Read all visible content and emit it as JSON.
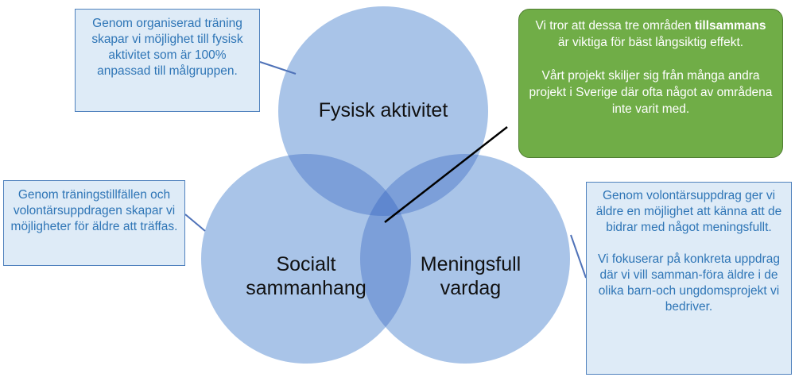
{
  "colors": {
    "circle_fill": "#a9c4e8",
    "overlap_pair": "#7c9fd9",
    "overlap_center": "#5f87cf",
    "connector": "#4f72b8",
    "callout_bg": "#deebf7",
    "callout_text": "#2e75b6",
    "green_box": "#70ad47"
  },
  "circles": {
    "top": "Fysisk aktivitet",
    "left_line1": "Socialt",
    "left_line2": "sammanhang",
    "right_line1": "Meningsfull",
    "right_line2": "vardag"
  },
  "callouts": {
    "top_left": "Genom organiserad träning skapar vi möjlighet till fysisk aktivitet som är 100% anpassad till målgruppen.",
    "left": "Genom träningstillfällen och volontärsuppdragen skapar vi möjligheter för äldre att träffas.",
    "right_p1": "Genom volontärsuppdrag ger vi äldre en möjlighet att känna att de bidrar med något meningsfullt.",
    "right_p2": "Vi fokuserar på konkreta uppdrag där vi vill samman-föra äldre i de olika barn-och ungdomsprojekt vi bedriver."
  },
  "green_box": {
    "p1_before": "Vi tror att dessa tre områden ",
    "p1_bold": "tillsammans",
    "p1_after": " är viktiga för bäst långsiktig effekt.",
    "p2": "Vårt projekt skiljer sig från många andra projekt i Sverige där ofta något av områdena inte varit med."
  }
}
